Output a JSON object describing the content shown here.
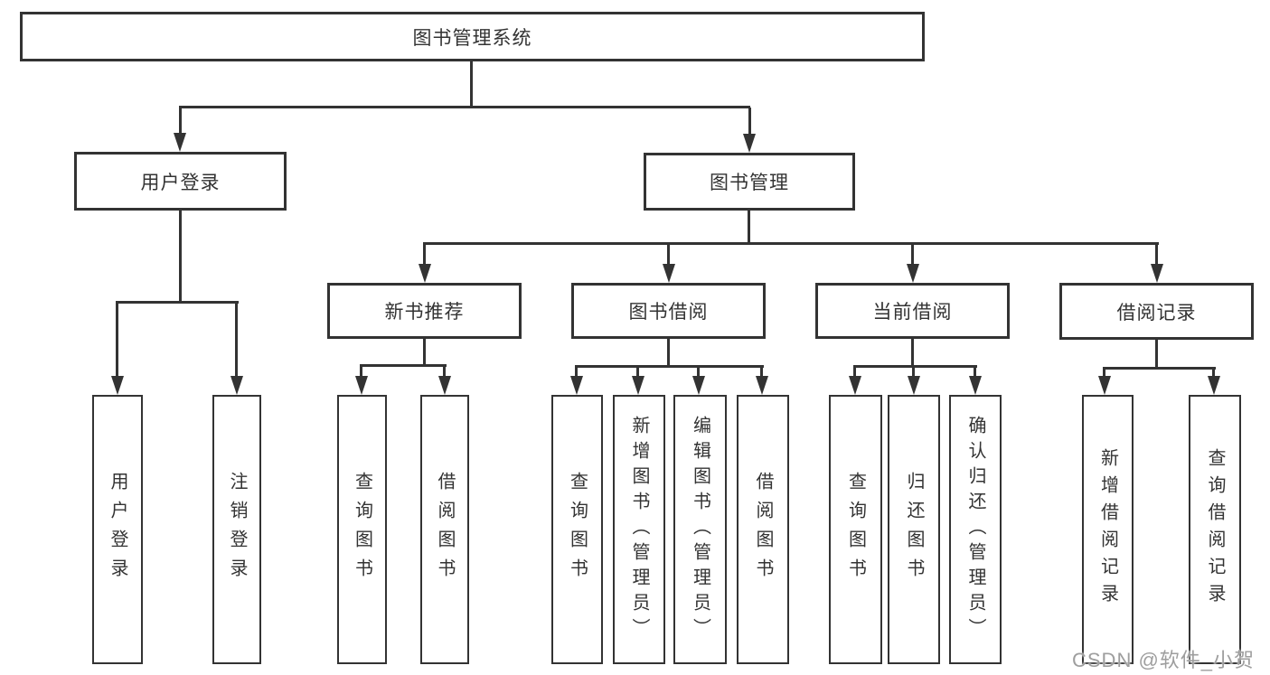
{
  "diagram": {
    "type": "hierarchy-tree",
    "watermark": "CSDN @软件_小贺同学",
    "colors": {
      "line": "#333333",
      "text": "#333333",
      "box_background": "#ffffff",
      "watermark": "#9e9e9e"
    },
    "tree": {
      "label": "图书管理系统",
      "children": [
        {
          "label": "用户登录",
          "children": [
            {
              "label": "用户登录"
            },
            {
              "label": "注销登录"
            }
          ]
        },
        {
          "label": "图书管理",
          "children": [
            {
              "label": "新书推荐",
              "children": [
                {
                  "label": "查询图书"
                },
                {
                  "label": "借阅图书"
                }
              ]
            },
            {
              "label": "图书借阅",
              "children": [
                {
                  "label": "查询图书"
                },
                {
                  "label": "新增图书（管理员）"
                },
                {
                  "label": "编辑图书（管理员）"
                },
                {
                  "label": "借阅图书"
                }
              ]
            },
            {
              "label": "当前借阅",
              "children": [
                {
                  "label": "查询图书"
                },
                {
                  "label": "归还图书"
                },
                {
                  "label": "确认归还（管理员）"
                }
              ]
            },
            {
              "label": "借阅记录",
              "children": [
                {
                  "label": "新增借阅记录"
                },
                {
                  "label": "查询借阅记录"
                }
              ]
            }
          ]
        }
      ]
    }
  }
}
